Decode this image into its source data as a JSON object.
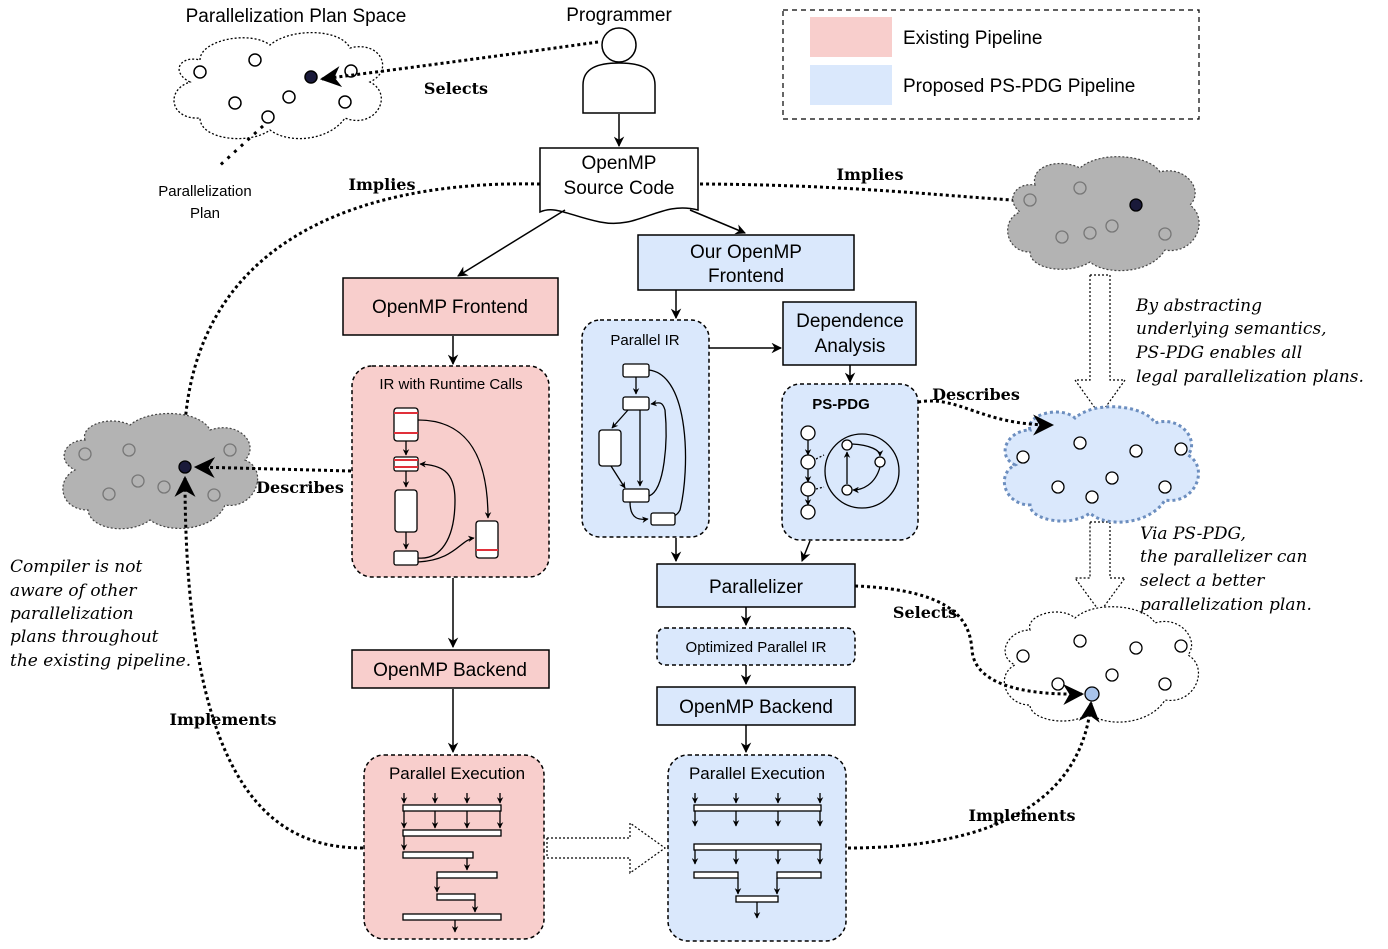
{
  "colors": {
    "existing_fill": "#f8cecc",
    "proposed_fill": "#dae8fc",
    "cloud_gray": "#b3b3b3",
    "plan_dark": "#1a1a3a",
    "plan_selected": "#a9c4eb",
    "highlight_red": "#e0303a",
    "dashed_blue": "#6c8ebf"
  },
  "legend": {
    "existing": "Existing Pipeline",
    "proposed": "Proposed PS-PDG Pipeline"
  },
  "top": {
    "plan_space_title": "Parallelization Plan Space",
    "programmer": "Programmer",
    "selects": "Selects",
    "plan_label_1": "Parallelization",
    "plan_label_2": "Plan"
  },
  "source": {
    "line1": "OpenMP",
    "line2": "Source Code"
  },
  "existing": {
    "frontend": "OpenMP Frontend",
    "ir_title": "IR with Runtime Calls",
    "backend": "OpenMP Backend",
    "exec_title": "Parallel Execution"
  },
  "proposed": {
    "frontend_1": "Our OpenMP",
    "frontend_2": "Frontend",
    "ir_title": "Parallel IR",
    "dep_1": "Dependence",
    "dep_2": "Analysis",
    "pspdg": "PS-PDG",
    "parallelizer": "Parallelizer",
    "opt_ir": "Optimized Parallel IR",
    "backend": "OpenMP Backend",
    "exec_title": "Parallel Execution"
  },
  "labels": {
    "implies_left": "Implies",
    "implies_right": "Implies",
    "describes_left": "Describes",
    "describes_right": "Describes",
    "implements_left": "Implements",
    "implements_right": "Implements",
    "selects_right": "Selects"
  },
  "notes": {
    "left": [
      "Compiler is not",
      "aware of other",
      "parallelization",
      "plans throughout",
      "the existing pipeline."
    ],
    "right_top": [
      "By abstracting",
      "underlying semantics,",
      "PS-PDG enables all",
      "legal parallelization plans."
    ],
    "right_mid": [
      "Via PS-PDG,",
      "the parallelizer can",
      "select a better",
      "parallelization plan."
    ]
  }
}
